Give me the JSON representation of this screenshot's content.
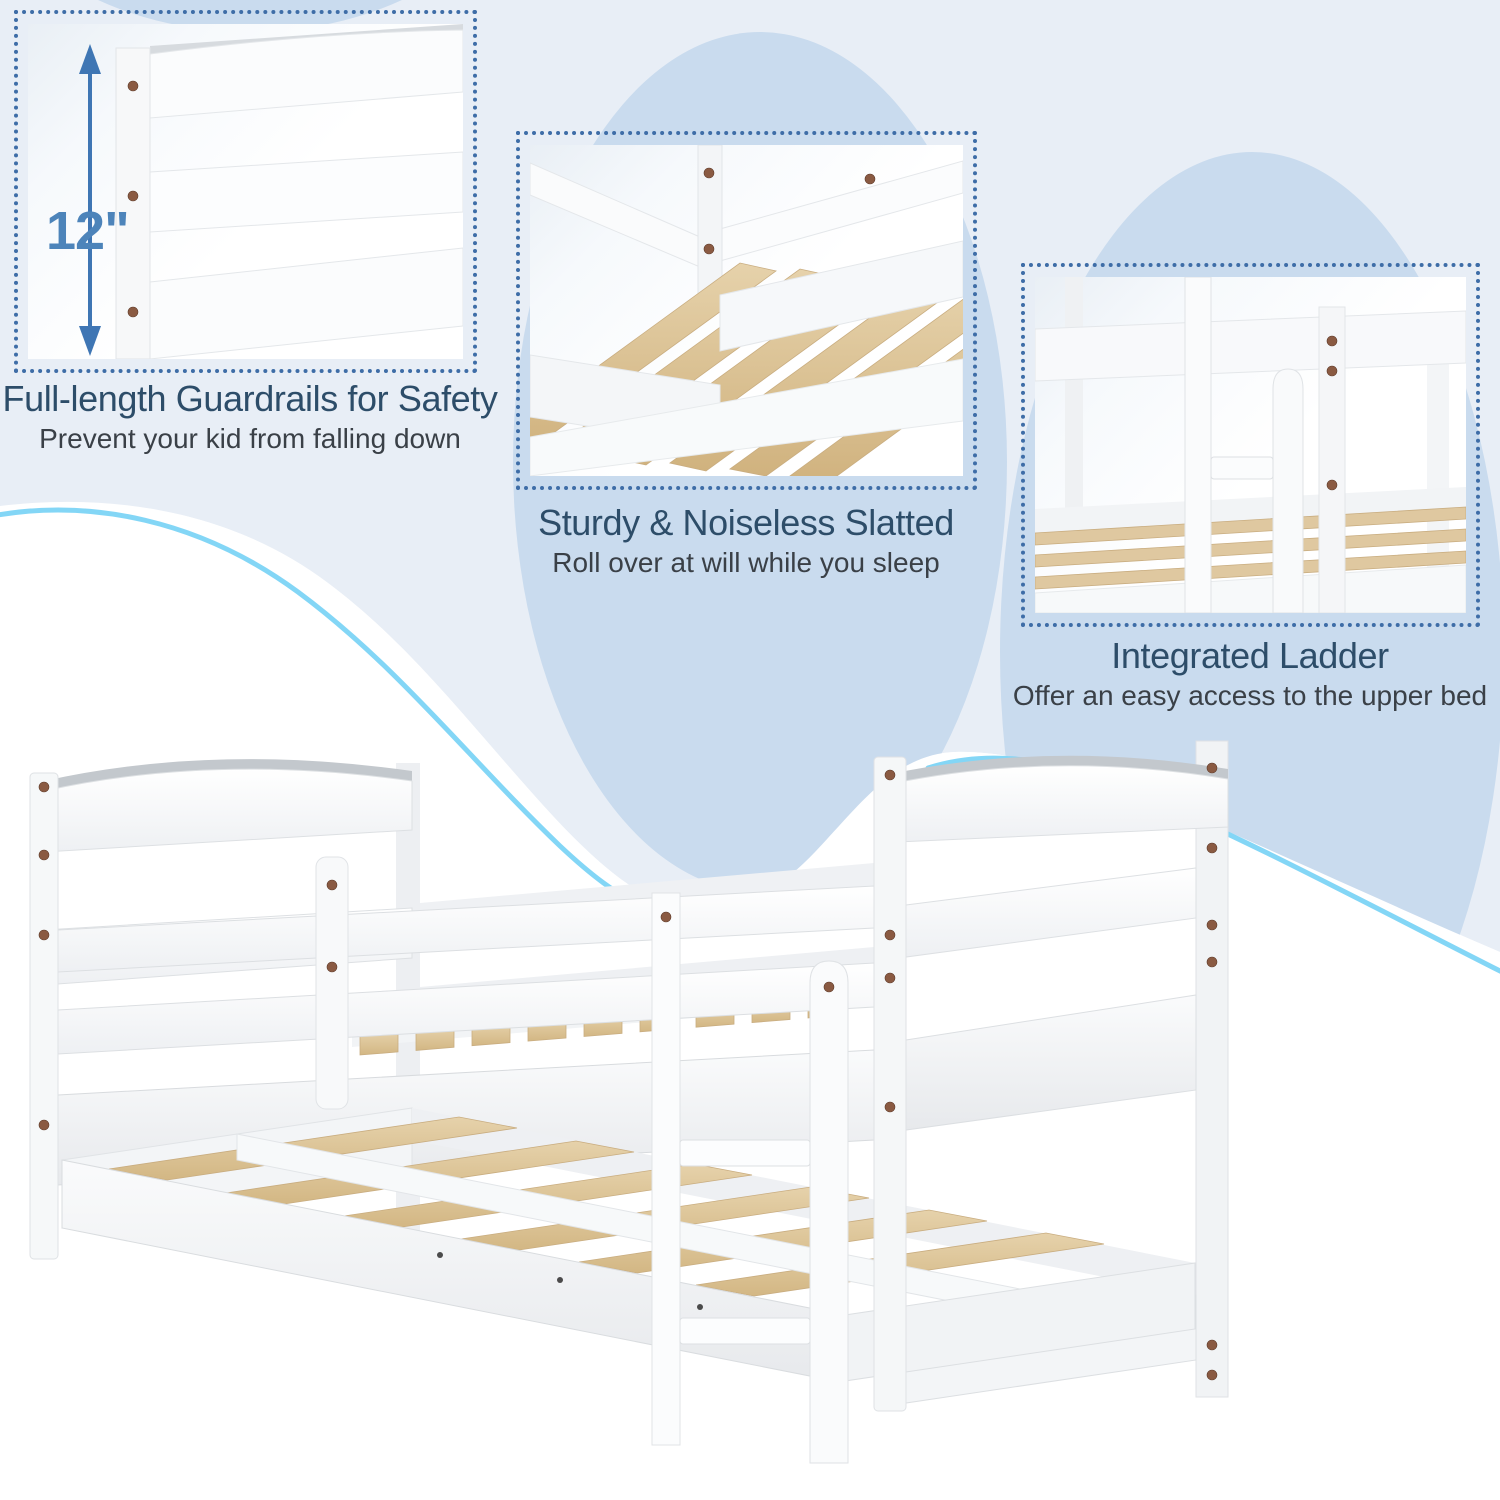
{
  "palette": {
    "band_blue": "#e8eef6",
    "circle_blue": "#c9dbee",
    "dotted_border": "#3e6da7",
    "title_color": "#2d4d69",
    "subtitle_color": "#3a4047",
    "accent_blue": "#4d84ba",
    "swoosh_cyan": "#76d1f5",
    "wood_tan": "#dfc8a0",
    "screw_brown": "#8a5a42",
    "bed_white": "#fbfcfd"
  },
  "features": [
    {
      "title": "Full-length Guardrails for Safety",
      "subtitle": "Prevent your kid from falling down",
      "measurement": "12\""
    },
    {
      "title": "Sturdy & Noiseless Slatted",
      "subtitle": "Roll over at will while you sleep"
    },
    {
      "title": "Integrated Ladder",
      "subtitle": "Offer an easy access to the upper bed"
    }
  ]
}
